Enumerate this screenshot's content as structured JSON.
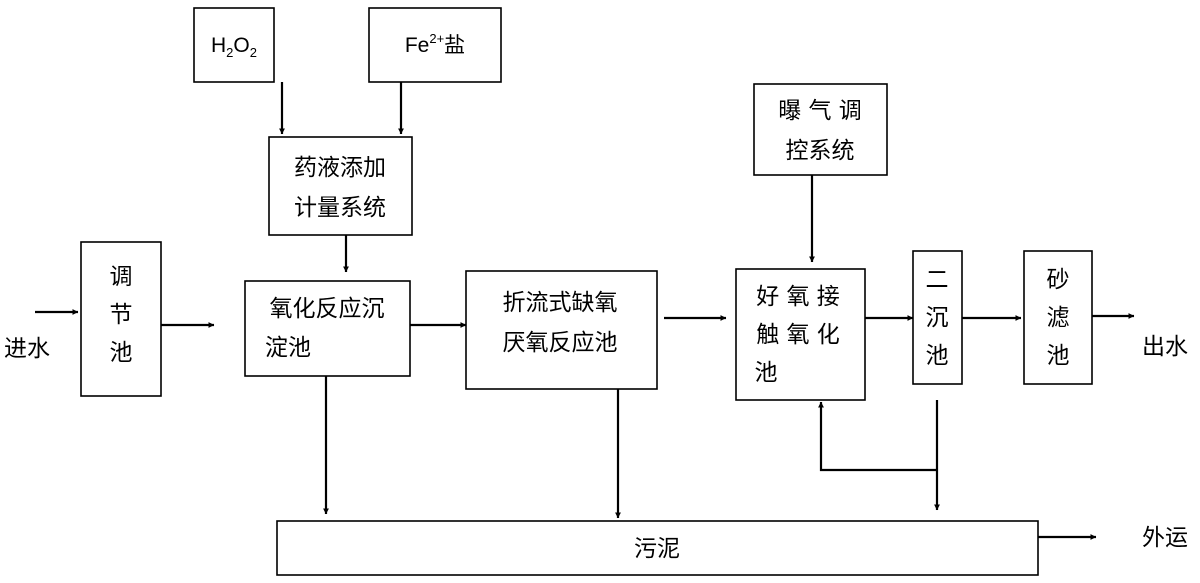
{
  "diagram": {
    "inputs": {
      "h2o2": {
        "H": "H",
        "two_a": "2",
        "O": "O",
        "two_b": "2"
      },
      "fe": {
        "base": "Fe",
        "charge": "2+",
        "suffix": "盐"
      }
    },
    "dosing_system": [
      "药液添加",
      "计量系统"
    ],
    "aeration_control": [
      "曝 气 调",
      "控系统"
    ],
    "inlet_label": "进水",
    "regulating_tank": [
      "调",
      "节",
      "池"
    ],
    "oxidation_tank": [
      "氧化反应沉",
      "淀池"
    ],
    "baffled_tank": [
      "折流式缺氧",
      "厌氧反应池"
    ],
    "aerobic_tank": [
      "好 氧 接",
      "触 氧 化",
      "池"
    ],
    "secondary_clarifier": [
      "二",
      "沉",
      "池"
    ],
    "sand_filter": [
      "砂",
      "滤",
      "池"
    ],
    "outlet_label": "出水",
    "sludge": "污泥",
    "sludge_out_label": "外运"
  }
}
